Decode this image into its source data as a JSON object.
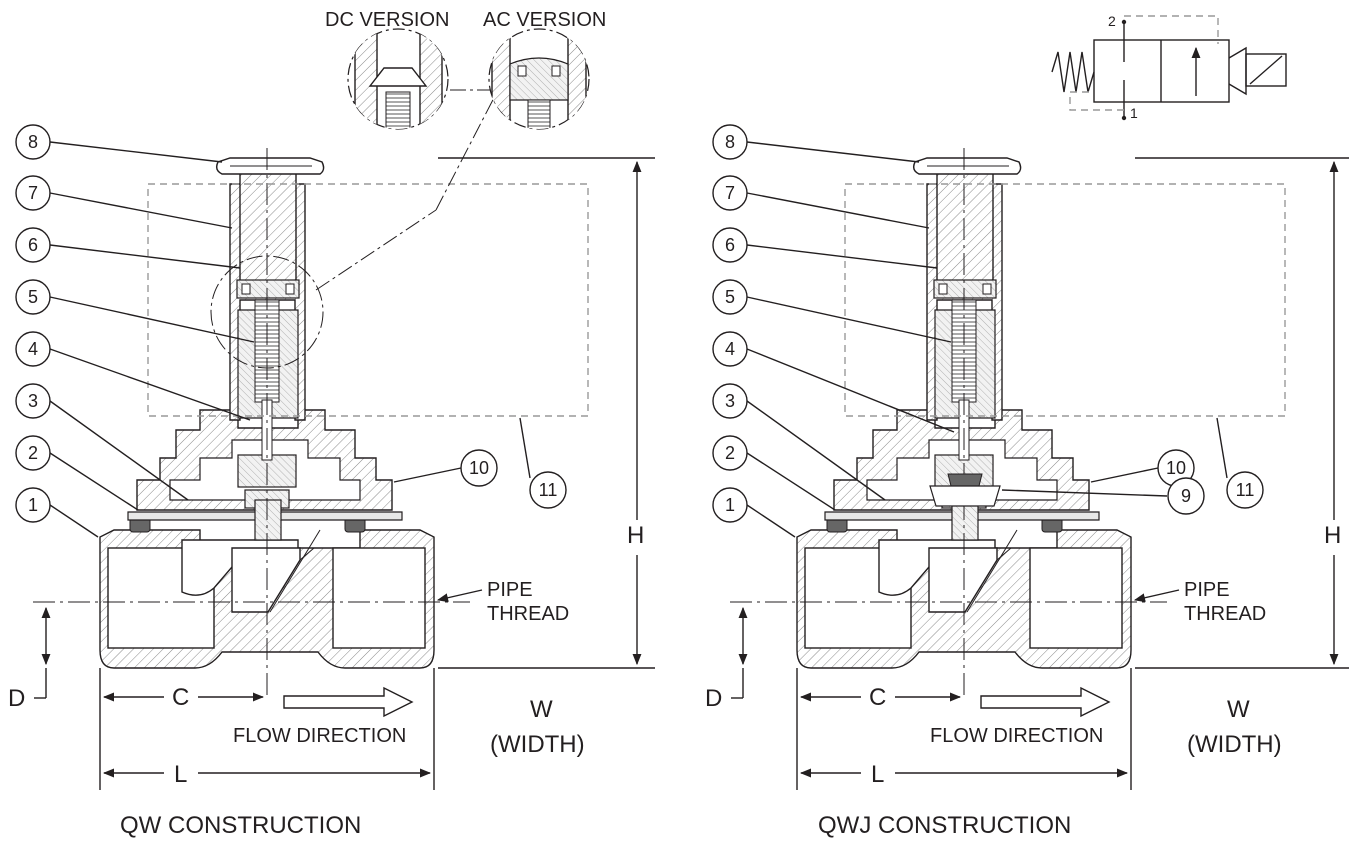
{
  "insets": {
    "dc_version": "DC VERSION",
    "ac_version": "AC VERSION"
  },
  "symbol": {
    "port_2": "2",
    "port_1": "1"
  },
  "callouts": [
    "1",
    "2",
    "3",
    "4",
    "5",
    "6",
    "7",
    "8",
    "9",
    "10",
    "11"
  ],
  "dimensions": {
    "h": "H",
    "d": "D",
    "c": "C",
    "l": "L",
    "w": "W",
    "w_sub": "(WIDTH)"
  },
  "labels": {
    "pipe_thread_1": "PIPE",
    "pipe_thread_2": "THREAD",
    "flow_direction": "FLOW DIRECTION"
  },
  "captions": {
    "left": "QW CONSTRUCTION",
    "right": "QWJ CONSTRUCTION"
  }
}
